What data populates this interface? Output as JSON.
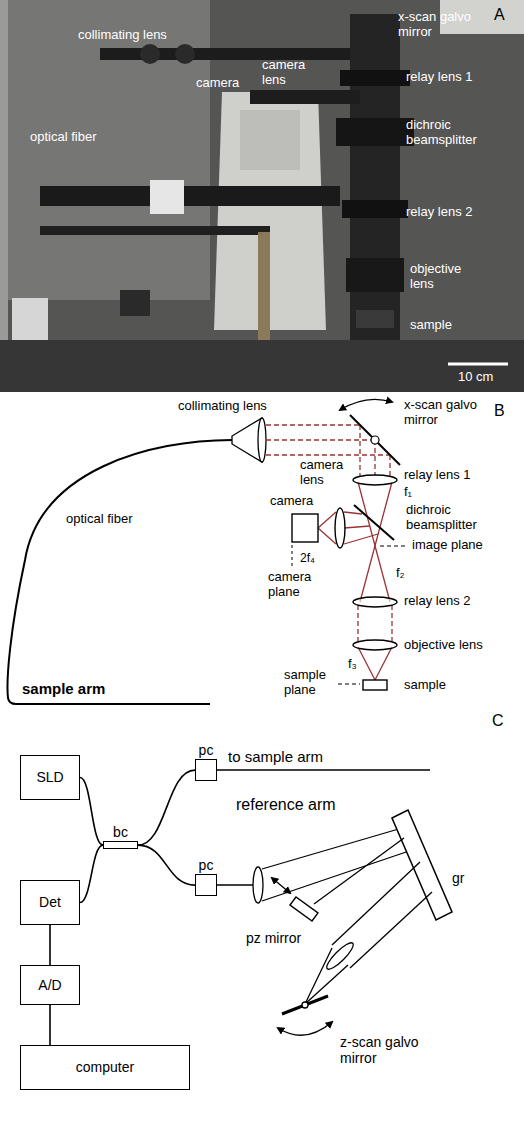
{
  "diagram": {
    "nodes": [
      {
        "text": [
          "SLD"
        ]
      },
      {
        "text": [
          "pc"
        ]
      },
      {
        "text": [
          "bc"
        ]
      },
      {
        "text": [
          "Det"
        ]
      },
      {
        "text": [
          "pc"
        ]
      },
      {
        "text": [
          "A/D"
        ]
      },
      {
        "text": [
          "computer"
        ]
      }
    ],
    "edges": [
      {
        "from": 0,
        "to": 2,
        "arrow": "none"
      },
      {
        "from": 3,
        "to": 2,
        "arrow": "none"
      },
      {
        "from": 2,
        "to": 1,
        "arrow": "none"
      },
      {
        "from": 2,
        "to": 4,
        "arrow": "none"
      },
      {
        "from": 3,
        "to": 5,
        "arrow": "none"
      },
      {
        "from": 5,
        "to": 6,
        "arrow": "none"
      }
    ],
    "labels": [
      "A",
      "collimating lens",
      "x-scan galvo mirror",
      "camera lens",
      "camera",
      "relay lens 1",
      "dichroic beamsplitter",
      "optical fiber",
      "relay lens 2",
      "objective lens",
      "sample",
      "10 cm",
      "B",
      "collimating lens",
      "x-scan galvo mirror",
      "camera lens",
      "relay lens 1",
      "f₁",
      "camera",
      "dichroic beamsplitter",
      "image plane",
      "2f₄",
      "f₂",
      "camera plane",
      "optical fiber",
      "relay lens 2",
      "objective lens",
      "f₃",
      "sample",
      "sample plane",
      "sample arm",
      "C",
      "to sample arm",
      "reference arm",
      "gr",
      "pz mirror",
      "z-scan galvo mirror"
    ]
  }
}
